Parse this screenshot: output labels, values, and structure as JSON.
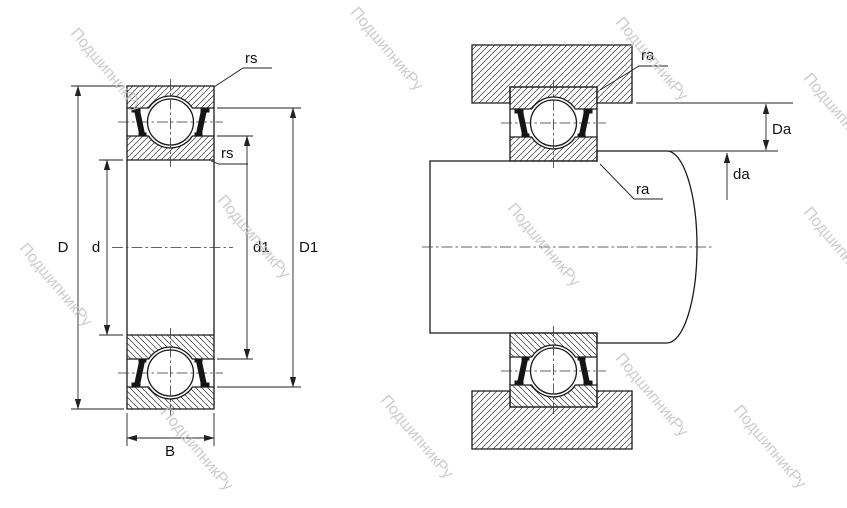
{
  "watermark": {
    "text": "ПодшипникРу"
  },
  "labels": {
    "left": {
      "rs_outer": "rs",
      "rs_inner": "rs",
      "D": "D",
      "d": "d",
      "d1": "d1",
      "D1": "D1",
      "B": "B"
    },
    "right": {
      "ra_housing": "ra",
      "ra_shaft": "ra",
      "Da": "Da",
      "da": "da"
    }
  },
  "colors": {
    "line": "#1a1a1a",
    "hatch": "#3a3a3a",
    "seal": "#151515",
    "watermark": "#c4c4c4",
    "background": "#ffffff"
  }
}
